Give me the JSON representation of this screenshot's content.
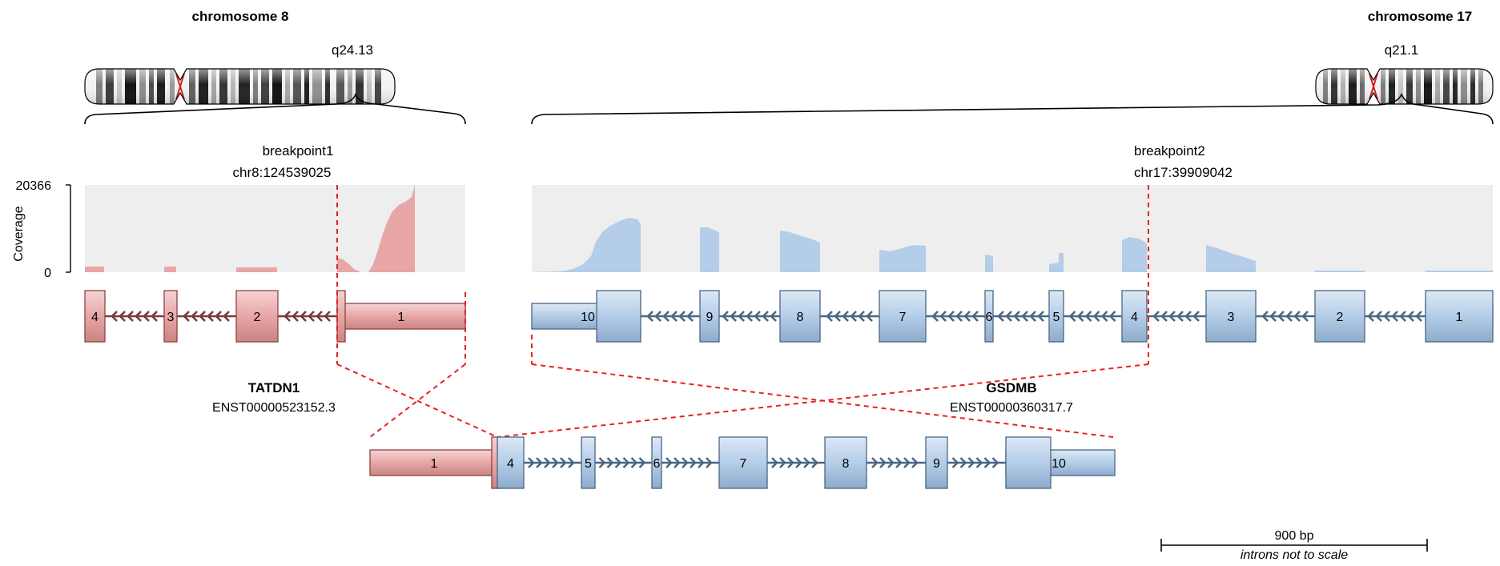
{
  "chromosomes": {
    "left": {
      "title": "chromosome 8",
      "band": "q24.13"
    },
    "right": {
      "title": "chromosome 17",
      "band": "q21.1"
    }
  },
  "breakpoints": [
    {
      "name": "breakpoint1",
      "position": "chr8:124539025"
    },
    {
      "name": "breakpoint2",
      "position": "chr17:39909042"
    }
  ],
  "coverage": {
    "axis_label": "Coverage",
    "ticks": [
      "20366",
      "0"
    ]
  },
  "genes": {
    "gene5": {
      "name": "TATDN1",
      "transcript": "ENST00000523152.3",
      "color": "#e8a6a6",
      "edge": "#9c4a4a",
      "exons": [
        "4",
        "3",
        "2",
        "1"
      ]
    },
    "gene3": {
      "name": "GSDMB",
      "transcript": "ENST00000360317.7",
      "color": "#b4cde8",
      "edge": "#4a6784",
      "exons": [
        "10",
        "9",
        "8",
        "7",
        "6",
        "5",
        "4",
        "3",
        "2",
        "1"
      ]
    }
  },
  "fusion": {
    "exons": [
      "1",
      "4",
      "5",
      "6",
      "7",
      "8",
      "9",
      "10"
    ]
  },
  "scale_bar": {
    "label": "900 bp",
    "note": "introns not to scale"
  },
  "colors": {
    "gene5_fill": "#e8a6a6",
    "gene3_fill": "#b4cde8",
    "track_bg": "#eeeeee",
    "breakpoint": "#e8201f"
  }
}
